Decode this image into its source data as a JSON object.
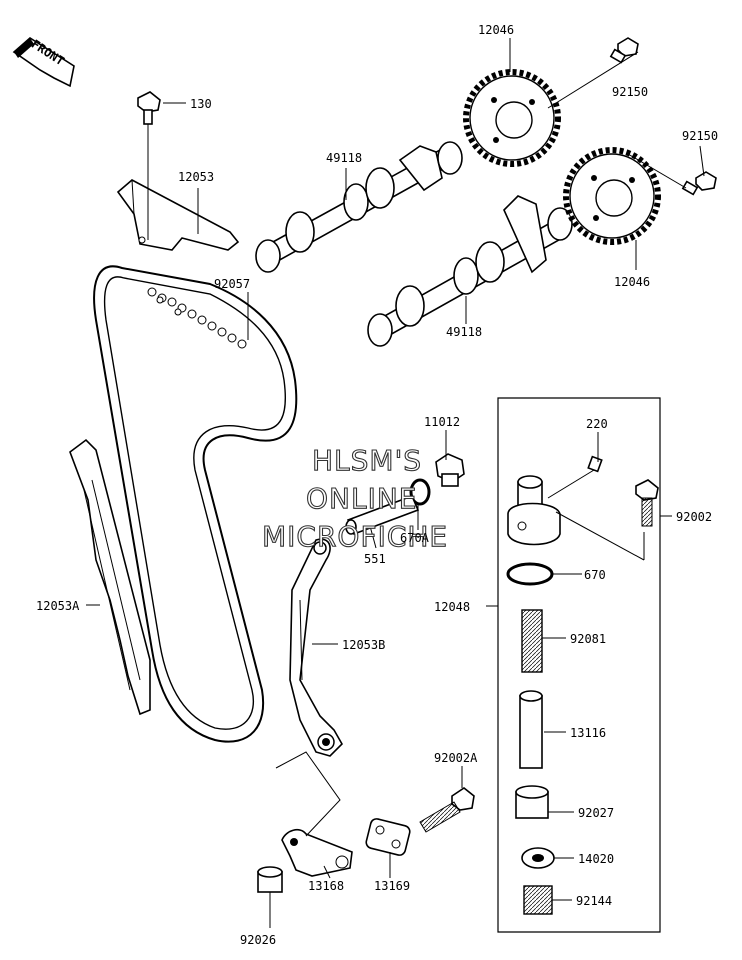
{
  "front_label": "FRONT",
  "watermark": [
    "HLSM'S",
    "ONLINE",
    "MICROFICHE"
  ],
  "parts": {
    "p12046_top": "12046",
    "p92150_top": "92150",
    "p130": "130",
    "p49118_top": "49118",
    "p92150_right": "92150",
    "p12053": "12053",
    "p92057": "92057",
    "p12046_right": "12046",
    "p49118_bottom": "49118",
    "p11012": "11012",
    "p220": "220",
    "p670A": "670A",
    "p92002": "92002",
    "p551": "551",
    "p670": "670",
    "p12053A": "12053A",
    "p12048": "12048",
    "p92081": "92081",
    "p12053B": "12053B",
    "p13116": "13116",
    "p92002A": "92002A",
    "p92027": "92027",
    "p14020": "14020",
    "p13168": "13168",
    "p13169": "13169",
    "p92144": "92144",
    "p92026": "92026"
  }
}
